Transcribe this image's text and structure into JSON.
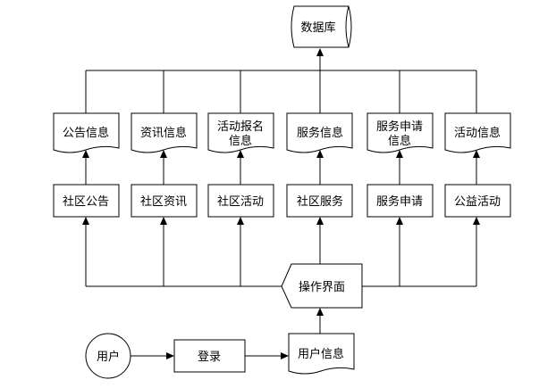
{
  "database": {
    "label": "数据库"
  },
  "documents": [
    {
      "lines": [
        "公告信息"
      ]
    },
    {
      "lines": [
        "资讯信息"
      ]
    },
    {
      "lines": [
        "活动报名",
        "信息"
      ]
    },
    {
      "lines": [
        "服务信息"
      ]
    },
    {
      "lines": [
        "服务申请",
        "信息"
      ]
    },
    {
      "lines": [
        "活动信息"
      ]
    }
  ],
  "modules": [
    {
      "label": "社区公告"
    },
    {
      "label": "社区资讯"
    },
    {
      "label": "社区活动"
    },
    {
      "label": "社区服务"
    },
    {
      "label": "服务申请"
    },
    {
      "label": "公益活动"
    }
  ],
  "interface": {
    "label": "操作界面"
  },
  "user": {
    "label": "用户"
  },
  "login": {
    "label": "登录"
  },
  "user_info": {
    "label": "用户信息"
  }
}
